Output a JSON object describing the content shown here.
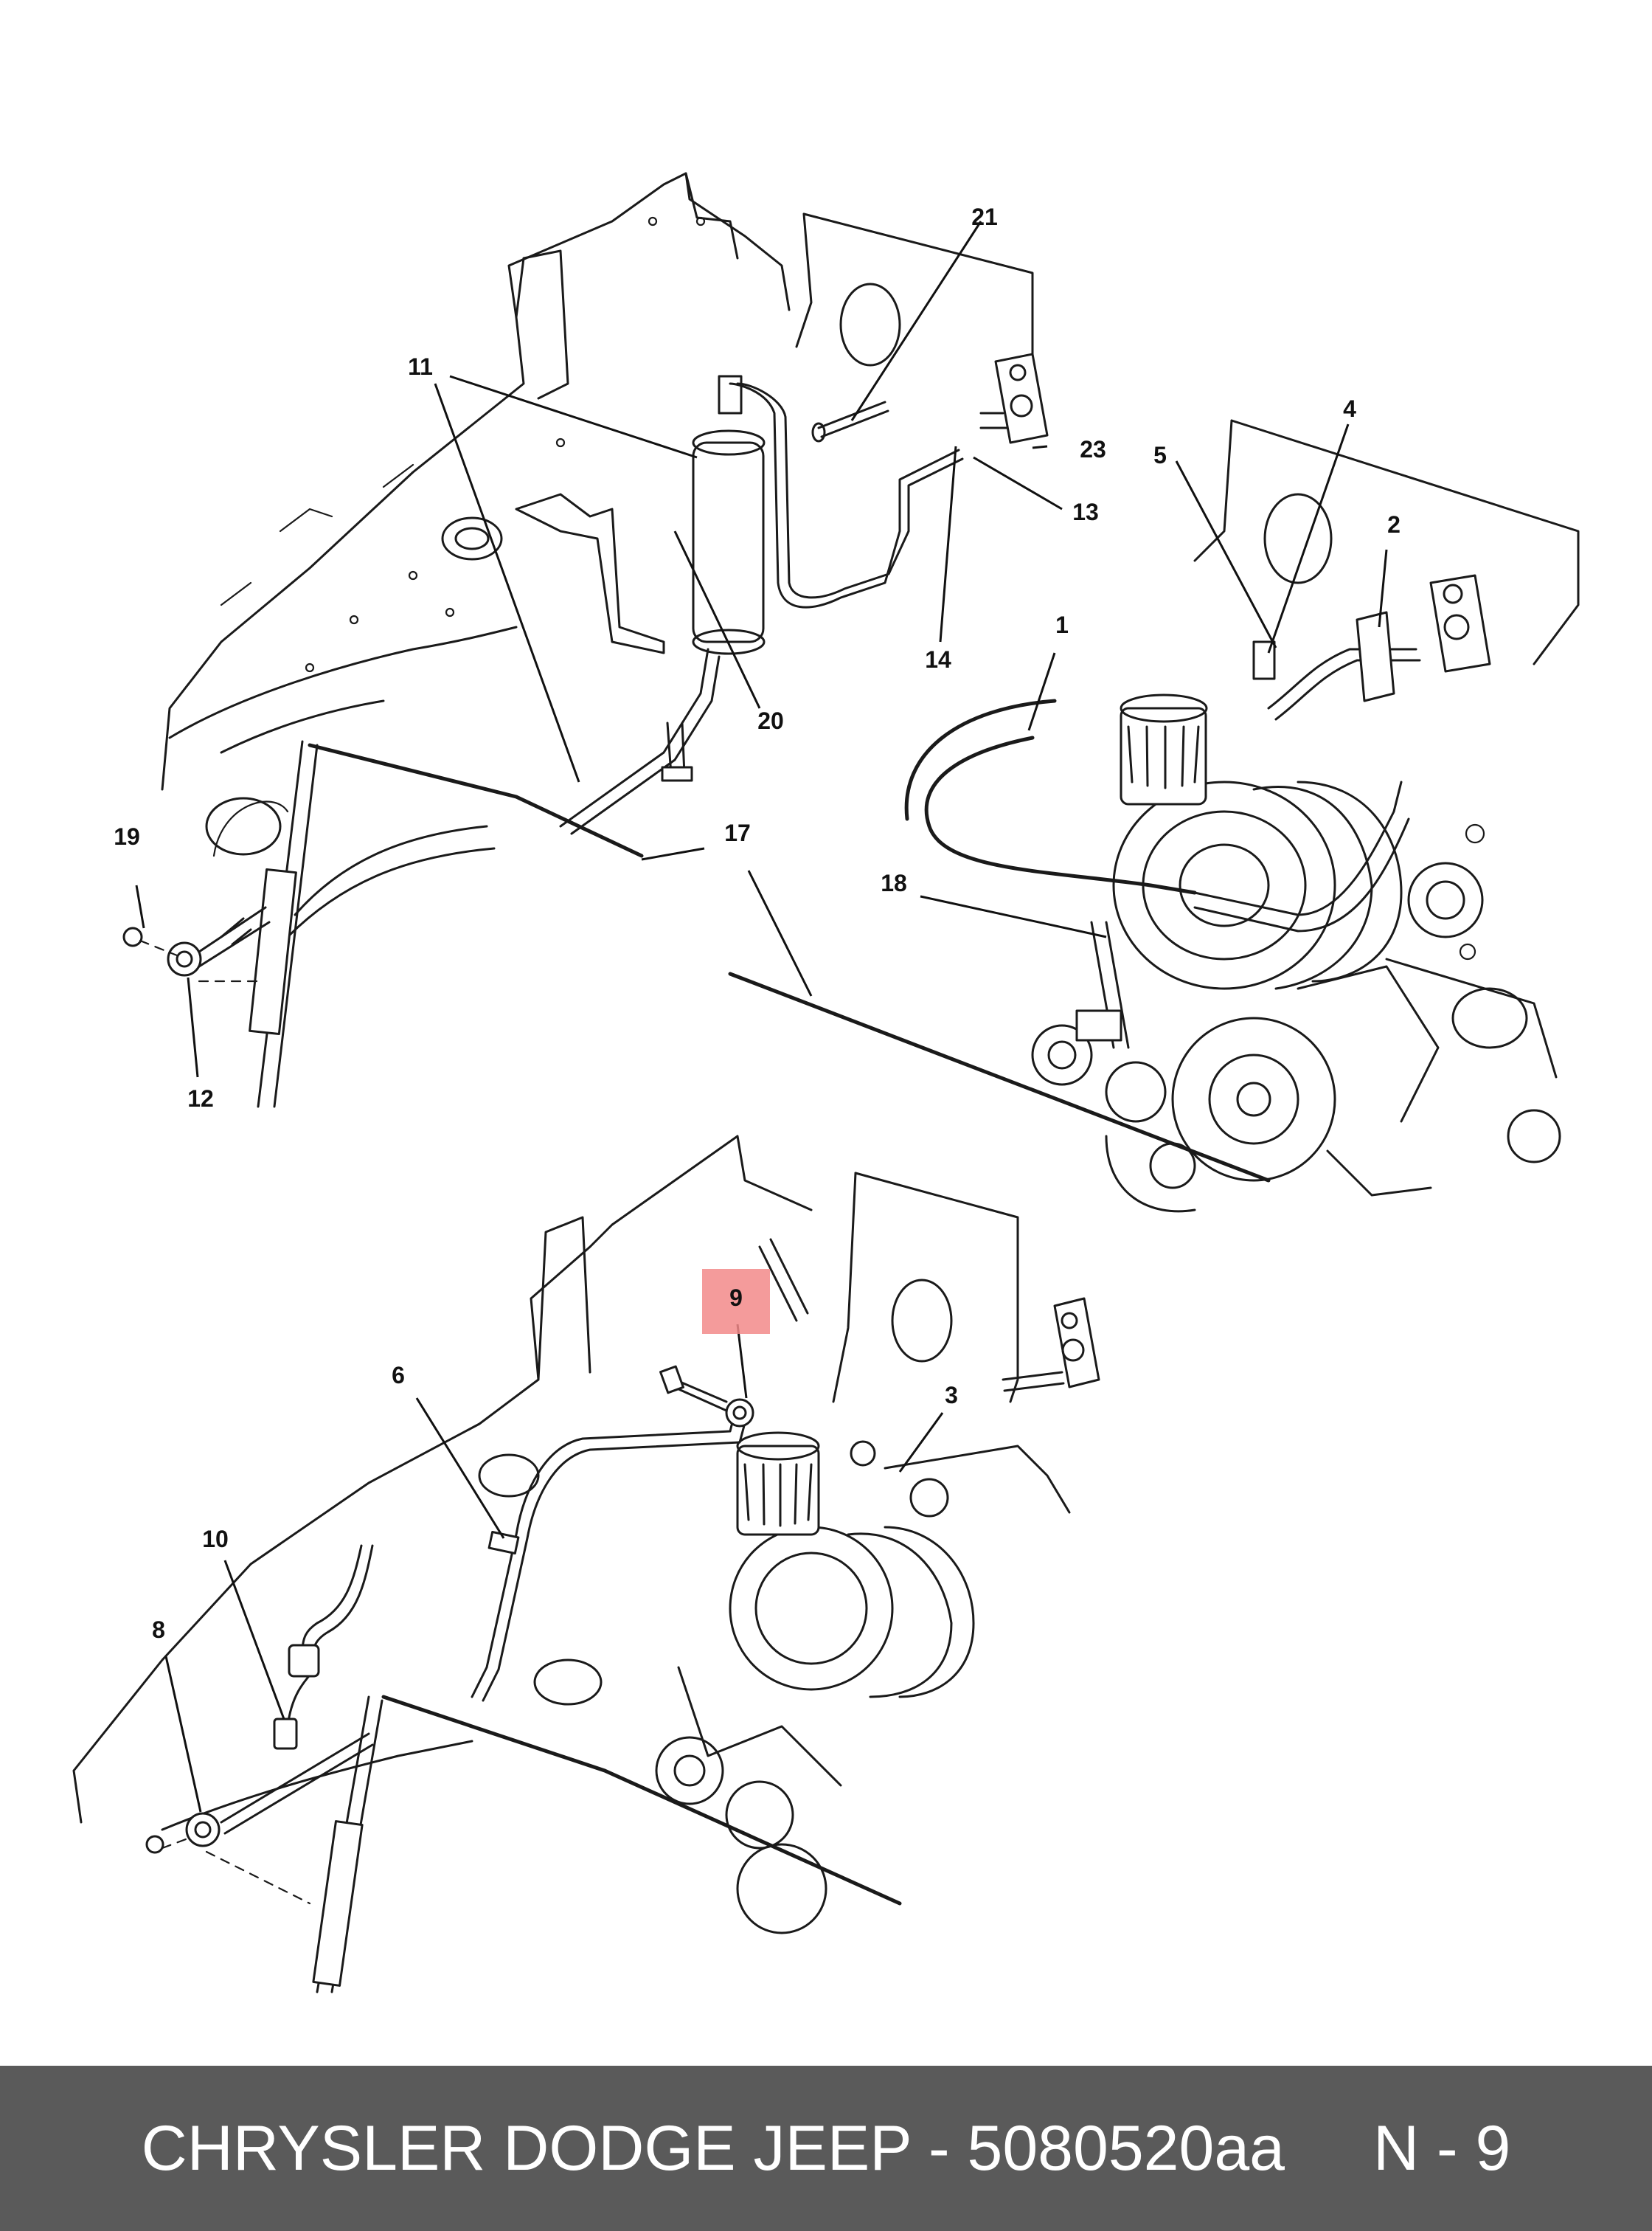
{
  "callouts": {
    "c1": "1",
    "c2": "2",
    "c3": "3",
    "c4": "4",
    "c5": "5",
    "c6": "6",
    "c8": "8",
    "c9": "9",
    "c10": "10",
    "c11": "11",
    "c12": "12",
    "c13": "13",
    "c14": "14",
    "c17": "17",
    "c18": "18",
    "c19": "19",
    "c20": "20",
    "c21": "21",
    "c23": "23"
  },
  "highlight": {
    "callout": "9",
    "color": "#f28a8a"
  },
  "footer": {
    "brand": "CHRYSLER DODGE JEEP - 5080520aa",
    "page": "N - 9",
    "background": "#5a5a5a",
    "text_color": "#ffffff"
  }
}
